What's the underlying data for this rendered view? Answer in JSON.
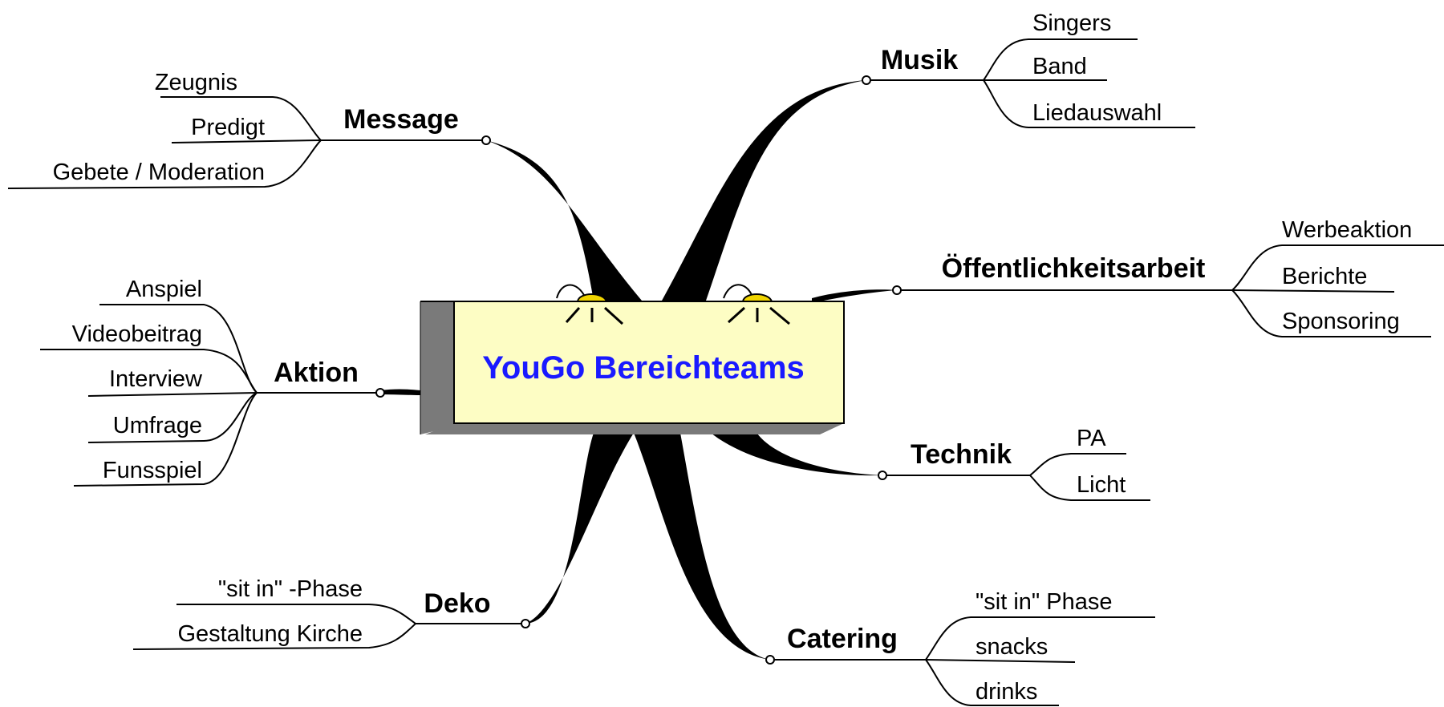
{
  "center": {
    "title": "YouGo Bereichteams",
    "text_color": "#1a1aff",
    "box_color": "#fdfdc4",
    "shadow_color": "#7a7a7a",
    "bulb_color": "#f0d400"
  },
  "branches": {
    "musik": {
      "label": "Musik",
      "items": [
        "Singers",
        "Band",
        "Liedauswahl"
      ]
    },
    "message": {
      "label": "Message",
      "items": [
        "Zeugnis",
        "Predigt",
        "Gebete / Moderation"
      ]
    },
    "oeffentlichkeitsarbeit": {
      "label": "Öffentlichkeitsarbeit",
      "items": [
        "Werbeaktion",
        "Berichte",
        "Sponsoring"
      ]
    },
    "aktion": {
      "label": "Aktion",
      "items": [
        "Anspiel",
        "Videobeitrag",
        "Interview",
        "Umfrage",
        "Funsspiel"
      ]
    },
    "technik": {
      "label": "Technik",
      "items": [
        "PA",
        "Licht"
      ]
    },
    "deko": {
      "label": "Deko",
      "items": [
        "\"sit in\" -Phase",
        "Gestaltung Kirche"
      ]
    },
    "catering": {
      "label": "Catering",
      "items": [
        "\"sit in\" Phase",
        "snacks",
        "drinks"
      ]
    }
  }
}
